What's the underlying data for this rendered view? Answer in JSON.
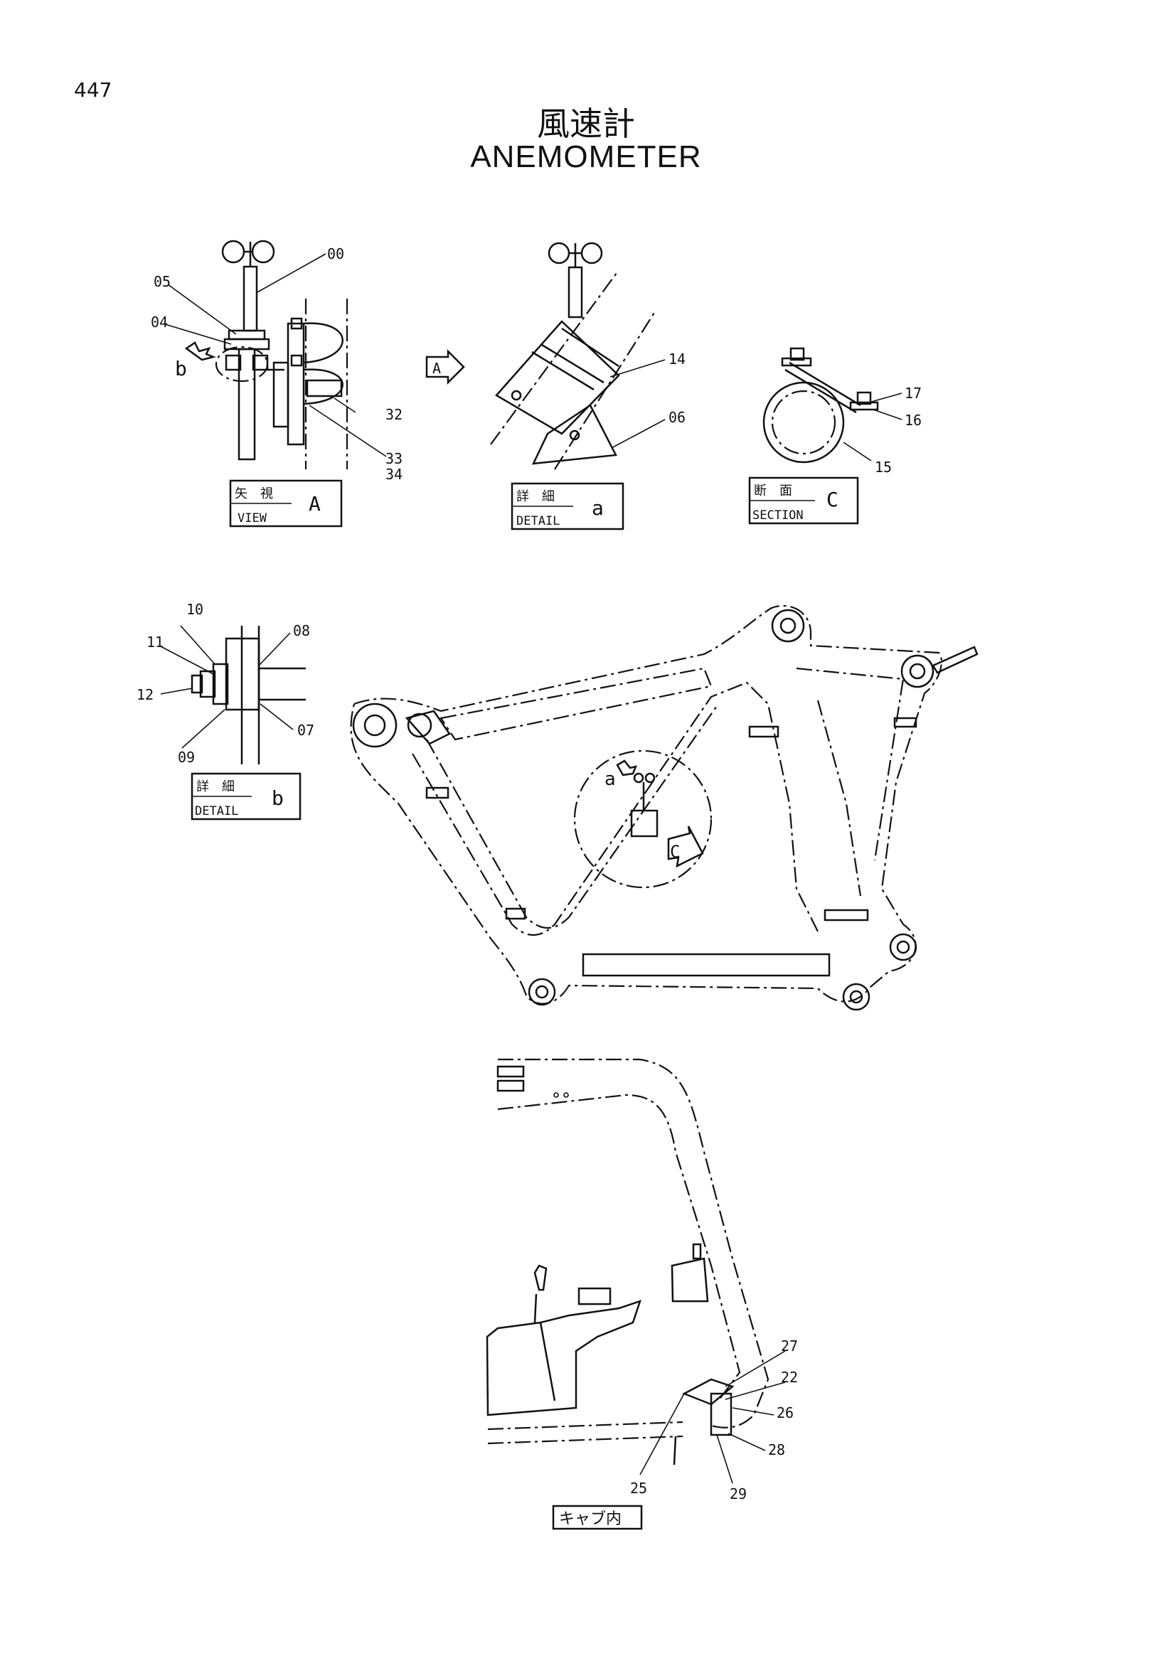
{
  "page_number": "447",
  "title_jp": "風速計",
  "title_en": "ANEMOMETER",
  "view_boxes": {
    "view_a": {
      "jp": "矢　視",
      "en": "VIEW",
      "letter": "A"
    },
    "detail_a": {
      "jp": "詳　細",
      "en": "DETAIL",
      "letter": "a"
    },
    "section_c": {
      "jp": "断　面",
      "en": "SECTION",
      "letter": "C"
    },
    "detail_b": {
      "jp": "詳　細",
      "en": "DETAIL",
      "letter": "b"
    },
    "cab": {
      "jp": "キャブ内"
    }
  },
  "callouts": {
    "c00": "00",
    "c05": "05",
    "c04": "04",
    "b_letter": "b",
    "c32": "32",
    "c33": "33",
    "c34": "34",
    "c14": "14",
    "c06": "06",
    "c17": "17",
    "c16": "16",
    "c15": "15",
    "c10": "10",
    "c11": "11",
    "c08": "08",
    "c12": "12",
    "c09": "09",
    "c07": "07",
    "a_letter": "a",
    "arrow_a": "A",
    "arrow_c": "C",
    "c27": "27",
    "c22": "22",
    "c26": "26",
    "c28": "28",
    "c25": "25",
    "c29": "29"
  }
}
